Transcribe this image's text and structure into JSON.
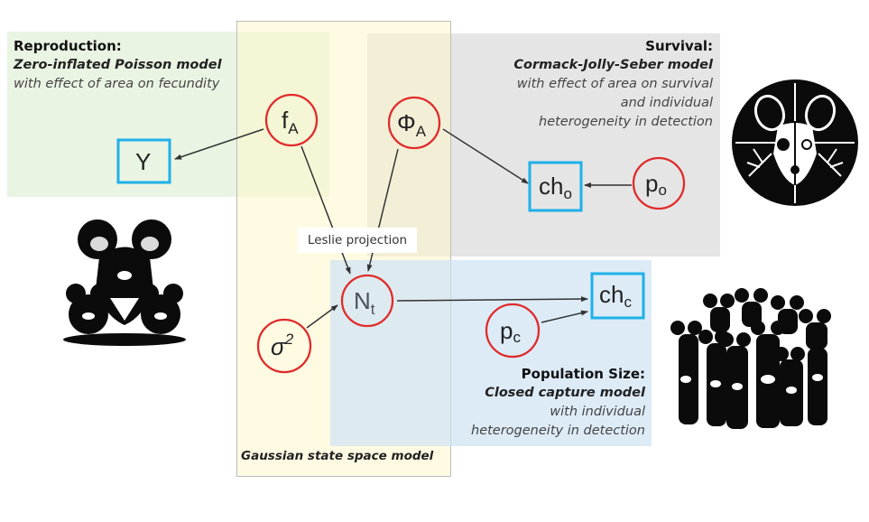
{
  "panels": {
    "reproduction": {
      "title": "Reproduction:",
      "model": "Zero-inflated Poisson model",
      "desc": [
        "with effect of area on fecundity"
      ]
    },
    "survival": {
      "title": "Survival:",
      "model": "Cormack-Jolly-Seber model",
      "desc": [
        "with effect of area on survival",
        "and individual",
        "heterogeneity  in detection"
      ]
    },
    "population": {
      "title": "Population Size:",
      "model": "Closed capture model",
      "desc": [
        "with individual",
        "heterogeneity  in detection"
      ]
    },
    "gaussian": {
      "title": "Gaussian state space model"
    }
  },
  "leslie_label": "Leslie projection",
  "nodes": {
    "fA": {
      "base": "f",
      "sub": "A"
    },
    "phiA": {
      "base": "Φ",
      "sub": "A"
    },
    "Nt": {
      "base": "N",
      "sub": "t"
    },
    "sigma2": {
      "base": "σ",
      "sup": "2"
    },
    "po": {
      "base": "p",
      "sub": "o"
    },
    "pc": {
      "base": "p",
      "sub": "c"
    },
    "Y": {
      "base": "Y"
    },
    "cho": {
      "base": "ch",
      "sub": "o"
    },
    "chc": {
      "base": "ch",
      "sub": "c"
    }
  },
  "colors": {
    "parameter_node": "#e02b2b",
    "data_node": "#1fb0e8",
    "reproduction_panel": "#e2f0d9",
    "survival_panel": "#e1e1e1",
    "population_panel": "#cfe2f3",
    "gaussian_panel": "#fff8cc"
  },
  "illustrations": {
    "reproduction": "dog-with-pups-icon",
    "survival": "skull-dog-crosshair-icon",
    "population": "dog-pack-icon"
  }
}
